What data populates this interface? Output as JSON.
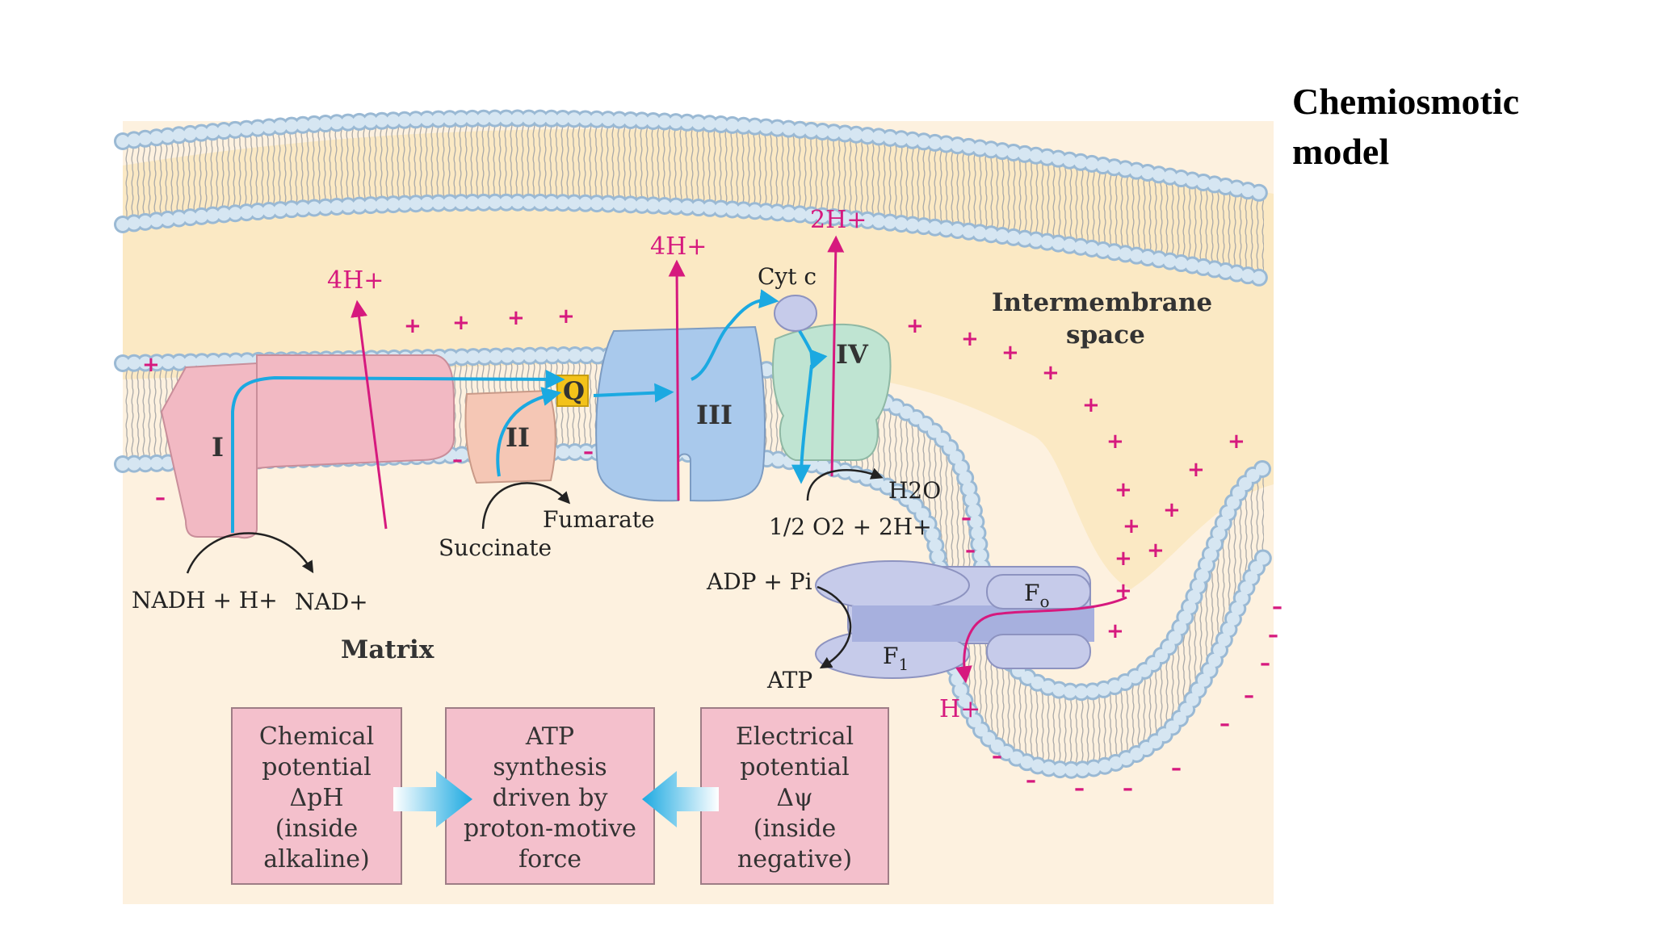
{
  "title": {
    "line1": "Chemiosmotic",
    "line2": "model"
  },
  "regions": {
    "intermembrane_line1": "Intermembrane",
    "intermembrane_line2": "space",
    "matrix": "Matrix"
  },
  "complexes": {
    "c1": "I",
    "c2": "II",
    "c3": "III",
    "c4": "IV",
    "q": "Q",
    "cyt_c": "Cyt c"
  },
  "protons": {
    "c1": "4H+",
    "c3": "4H+",
    "c4": "2H+",
    "atp_synthase": "H+"
  },
  "substrates": {
    "nadh": "NADH + H+",
    "nad": "NAD+",
    "succinate": "Succinate",
    "fumarate": "Fumarate",
    "oxygen": "1/2 O2 + 2H+",
    "water": "H2O",
    "adp": "ADP + Pi",
    "atp": "ATP",
    "f1": "F1",
    "fo": "Fo"
  },
  "boxes": {
    "chemical": [
      "Chemical",
      "potential",
      "ΔpH",
      "(inside",
      "alkaline)"
    ],
    "synthesis": [
      "ATP",
      "synthesis",
      "driven by",
      "proton-motive",
      "force"
    ],
    "electrical": [
      "Electrical",
      "potential",
      "Δψ",
      "(inside",
      "negative)"
    ]
  },
  "charge_signs": {
    "plus": "+",
    "minus": "–"
  },
  "colors": {
    "intermembrane": "#fbe9c4",
    "matrix": "#fdf1df",
    "lipid_head": "#d6e6f2",
    "complex_i": "#f2b9c3",
    "complex_ii": "#f5c7b5",
    "complex_iii": "#a9c9ec",
    "complex_iv": "#bfe4d2",
    "atp_synthase": "#c6cbea",
    "q": "#f3c21a",
    "electron_path": "#1ba9e1",
    "proton": "#d6197e",
    "box_fill": "#f4c0cc"
  }
}
